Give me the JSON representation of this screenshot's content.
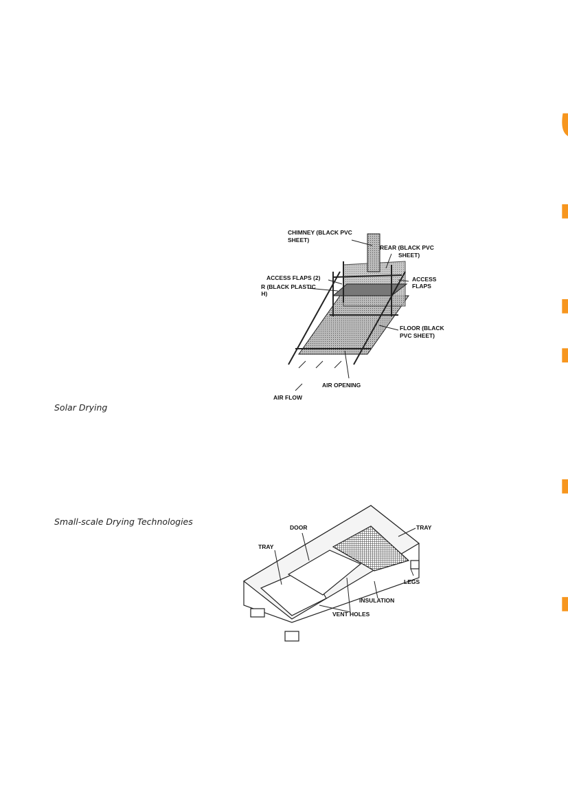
{
  "brand": {
    "title": "technical brief",
    "color": "#f7961e"
  },
  "figure1": {
    "caption": "Solar Drying",
    "labels": {
      "chimney_1": "CHIMNEY (BLACK PVC",
      "chimney_2": "SHEET)",
      "rear_pvc_1": "REAR (BLACK PVC",
      "rear_pvc_2": "SHEET)",
      "access_flaps_2": "ACCESS FLAPS (2)",
      "rear_mesh_1": "REAR (BLACK PLASTIC",
      "rear_mesh_2": "MESH)",
      "access_flaps_1": "ACCESS",
      "access_flaps_1b": "FLAPS",
      "floor_1": "FLOOR (BLACK",
      "floor_2": "PVC SHEET)",
      "air_opening": "AIR OPENING",
      "air_flow": "AIR FLOW"
    }
  },
  "figure2": {
    "caption": "Small-scale Drying Technologies",
    "labels": {
      "door": "DOOR",
      "tray_left": "TRAY",
      "tray_right": "TRAY",
      "legs": "LEGS",
      "insulation": "INSULATION",
      "vent_holes": "VENT HOLES"
    }
  }
}
